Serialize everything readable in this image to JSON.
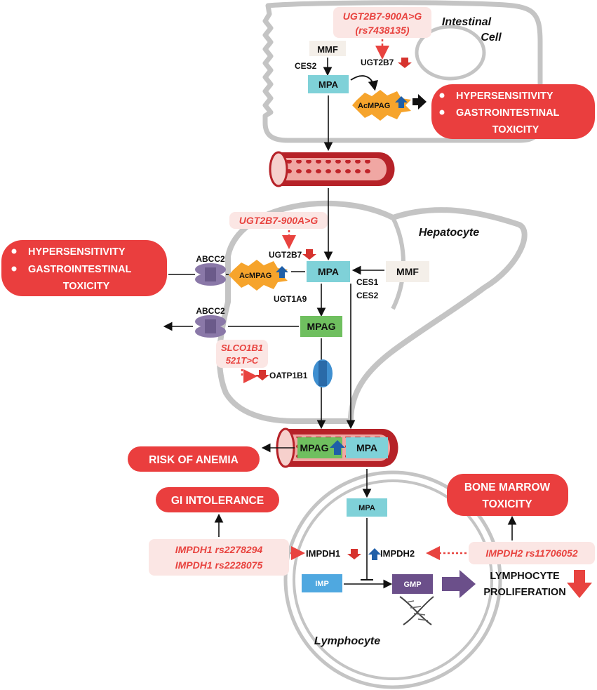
{
  "colors": {
    "outcome_red": "#ea3e3e",
    "variant_bg": "#fbe6e4",
    "variant_text": "#e8433f",
    "mpa_box": "#7fd1d8",
    "mpag_box": "#6fbf5f",
    "mmf_box": "#f4efe9",
    "gmp_box": "#6b4f8a",
    "imp_box": "#4fa8e0",
    "acmpag_burst": "#f6a42c",
    "transporter": "#8a78a8",
    "oatp": "#3f8fd0",
    "vessel": "#d9363a",
    "cell_outline": "#c4c4c4",
    "arrow_up": "#1f5fa8",
    "arrow_down": "#d6332e"
  },
  "intestinal": {
    "cell_label_line1": "Intestinal",
    "cell_label_line2": "Cell",
    "variant_line1": "UGT2B7-900A>G",
    "variant_line2": "(rs7438135)",
    "mmf": "MMF",
    "ces2": "CES2",
    "mpa": "MPA",
    "ugt2b7": "UGT2B7",
    "acmpag": "AcMPAG",
    "outcome_bullet1": "HYPERSENSITIVITY",
    "outcome_bullet2_line1": "GASTROINTESTINAL",
    "outcome_bullet2_line2": "TOXICITY"
  },
  "hepatocyte": {
    "cell_label": "Hepatocyte",
    "variant": "UGT2B7-900A>G",
    "ugt2b7": "UGT2B7",
    "acmpag": "AcMPAG",
    "mpa": "MPA",
    "mmf": "MMF",
    "ces1": "CES1",
    "ces2": "CES2",
    "ugt1a9": "UGT1A9",
    "abcc2_top": "ABCC2",
    "abcc2_bottom": "ABCC2",
    "mpag": "MPAG",
    "slco_line1": "SLCO1B1",
    "slco_line2": "521T>C",
    "oatp1b1": "OATP1B1",
    "outcome_bullet1": "HYPERSENSITIVITY",
    "outcome_bullet2_line1": "GASTROINTESTINAL",
    "outcome_bullet2_line2": "TOXICITY"
  },
  "blood": {
    "mpag": "MPAG",
    "mpa": "MPA",
    "anemia": "RISK OF ANEMIA"
  },
  "lymphocyte": {
    "cell_label": "Lymphocyte",
    "mpa": "MPA",
    "impdh1": "IMPDH1",
    "impdh2": "IMPDH2",
    "imp": "IMP",
    "gmp": "GMP",
    "gi_intolerance": "GI INTOLERANCE",
    "variant_impdh1_line1": "IMPDH1 rs2278294",
    "variant_impdh1_line2": "IMPDH1 rs2228075",
    "variant_impdh2": "IMPDH2 rs11706052",
    "bone_marrow_line1": "BONE MARROW",
    "bone_marrow_line2": "TOXICITY",
    "proliferation_line1": "LYMPHOCYTE",
    "proliferation_line2": "PROLIFERATION"
  }
}
